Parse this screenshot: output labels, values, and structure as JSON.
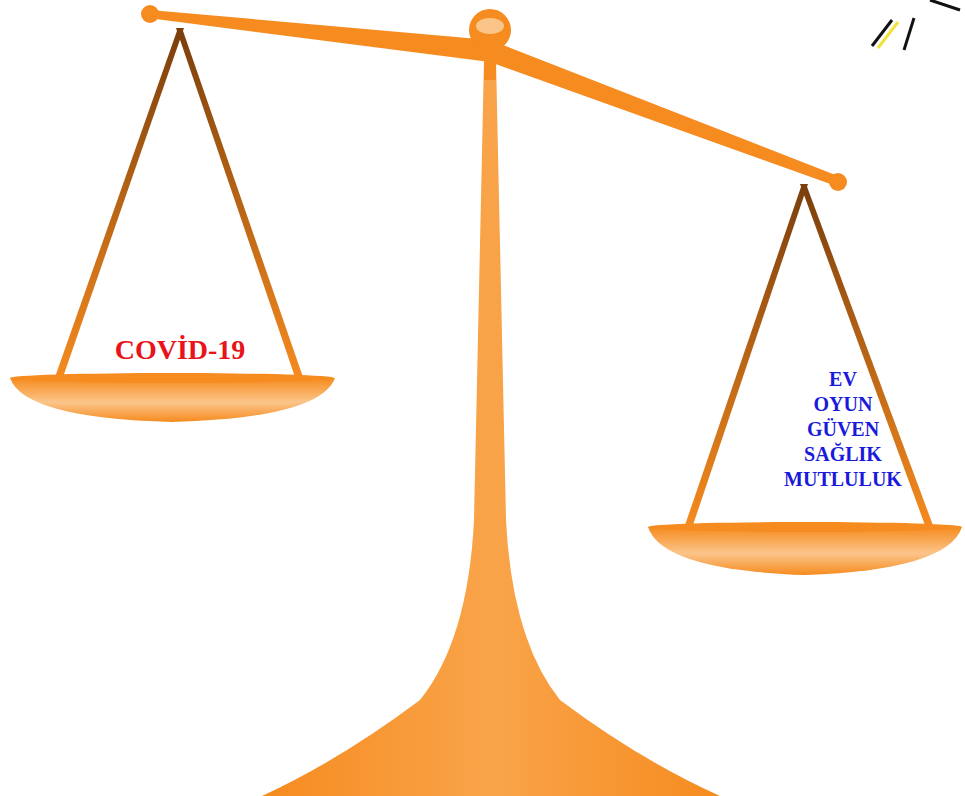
{
  "diagram": {
    "labels": [
      "COVİD-19",
      "EV",
      "OYUN",
      "GÜVEN",
      "SAĞLIK",
      "MUTLULUK"
    ]
  }
}
